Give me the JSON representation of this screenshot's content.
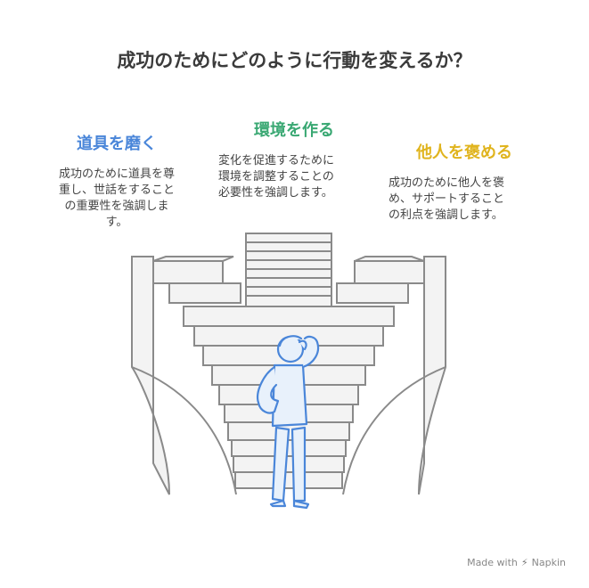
{
  "title": "成功のためにどのように行動を変えるか？",
  "columns": [
    {
      "heading": "道具を磨く",
      "lines": [
        "成功のために道具を尊",
        "重し、世話をすること",
        "の重要性を強調しま",
        "す。"
      ],
      "color": "#4a86d9"
    },
    {
      "heading": "環境を作る",
      "lines": [
        "変化を促進するために",
        "環境を調整することの",
        "必要性を強調します。"
      ],
      "color": "#3aa873"
    },
    {
      "heading": "他人を褒める",
      "lines": [
        "成功のために他人を褒",
        "め、サポートすること",
        "の利点を強調します。"
      ],
      "color": "#e0b41e"
    }
  ],
  "footer": {
    "made_with": "Made with",
    "brand": "Napkin"
  },
  "colors": {
    "stroke": "#8a8a8a",
    "fill": "#f3f3f3",
    "person_stroke": "#4a86d9",
    "person_fill": "#e8f1fb"
  }
}
